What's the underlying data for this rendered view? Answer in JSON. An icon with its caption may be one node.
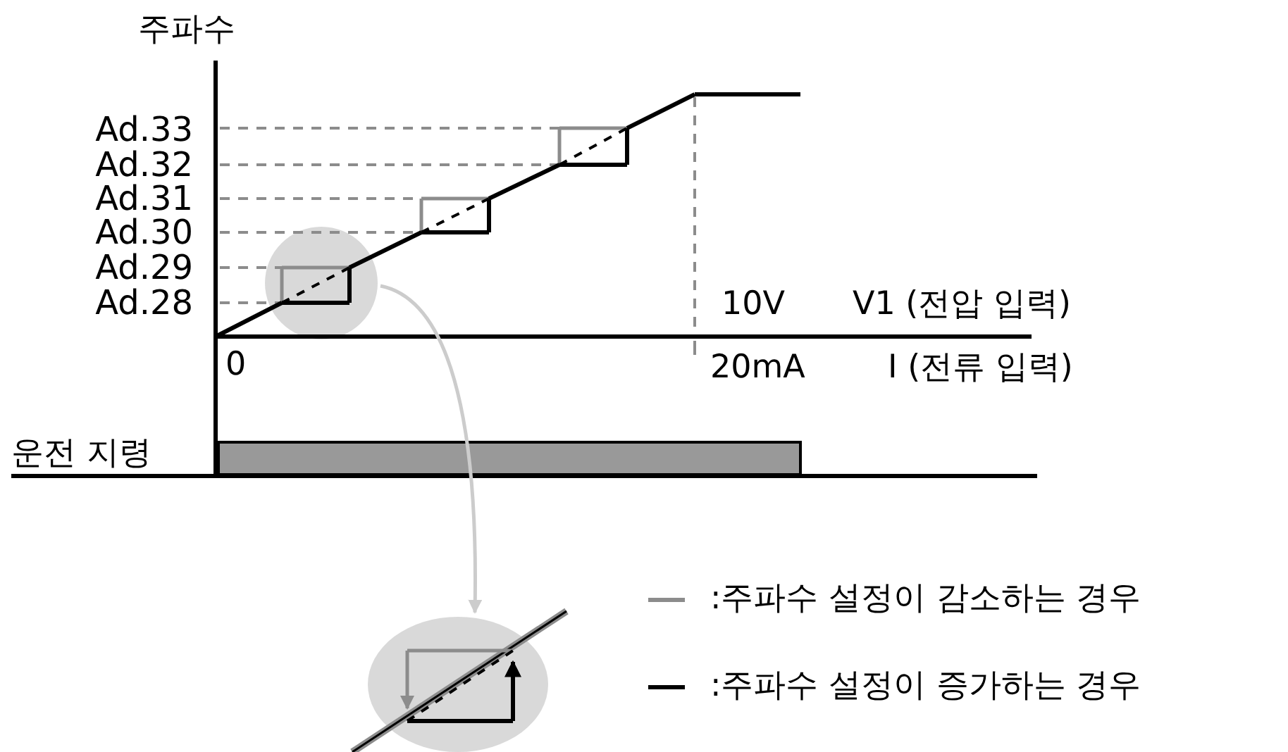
{
  "diagram": {
    "nodes": [
      {
        "text": [],
        "shape": "circle"
      },
      {
        "text": [],
        "shape": "circle"
      }
    ],
    "edges": [
      {
        "from": 0,
        "to": 1,
        "arrow": "to"
      }
    ],
    "labels": [
      "주파수",
      "Ad.33",
      "Ad.32",
      "Ad.31",
      "Ad.30",
      "Ad.29",
      "Ad.28",
      "0",
      "10V",
      "V1 (전압 입력)",
      "20mA",
      "I (전류 입력)",
      "운전 지령"
    ],
    "legend": [
      {
        "text": ":주파수 설정이 감소하는 경우"
      },
      {
        "text": ":주파수 설정이 증가하는 경우"
      }
    ]
  }
}
